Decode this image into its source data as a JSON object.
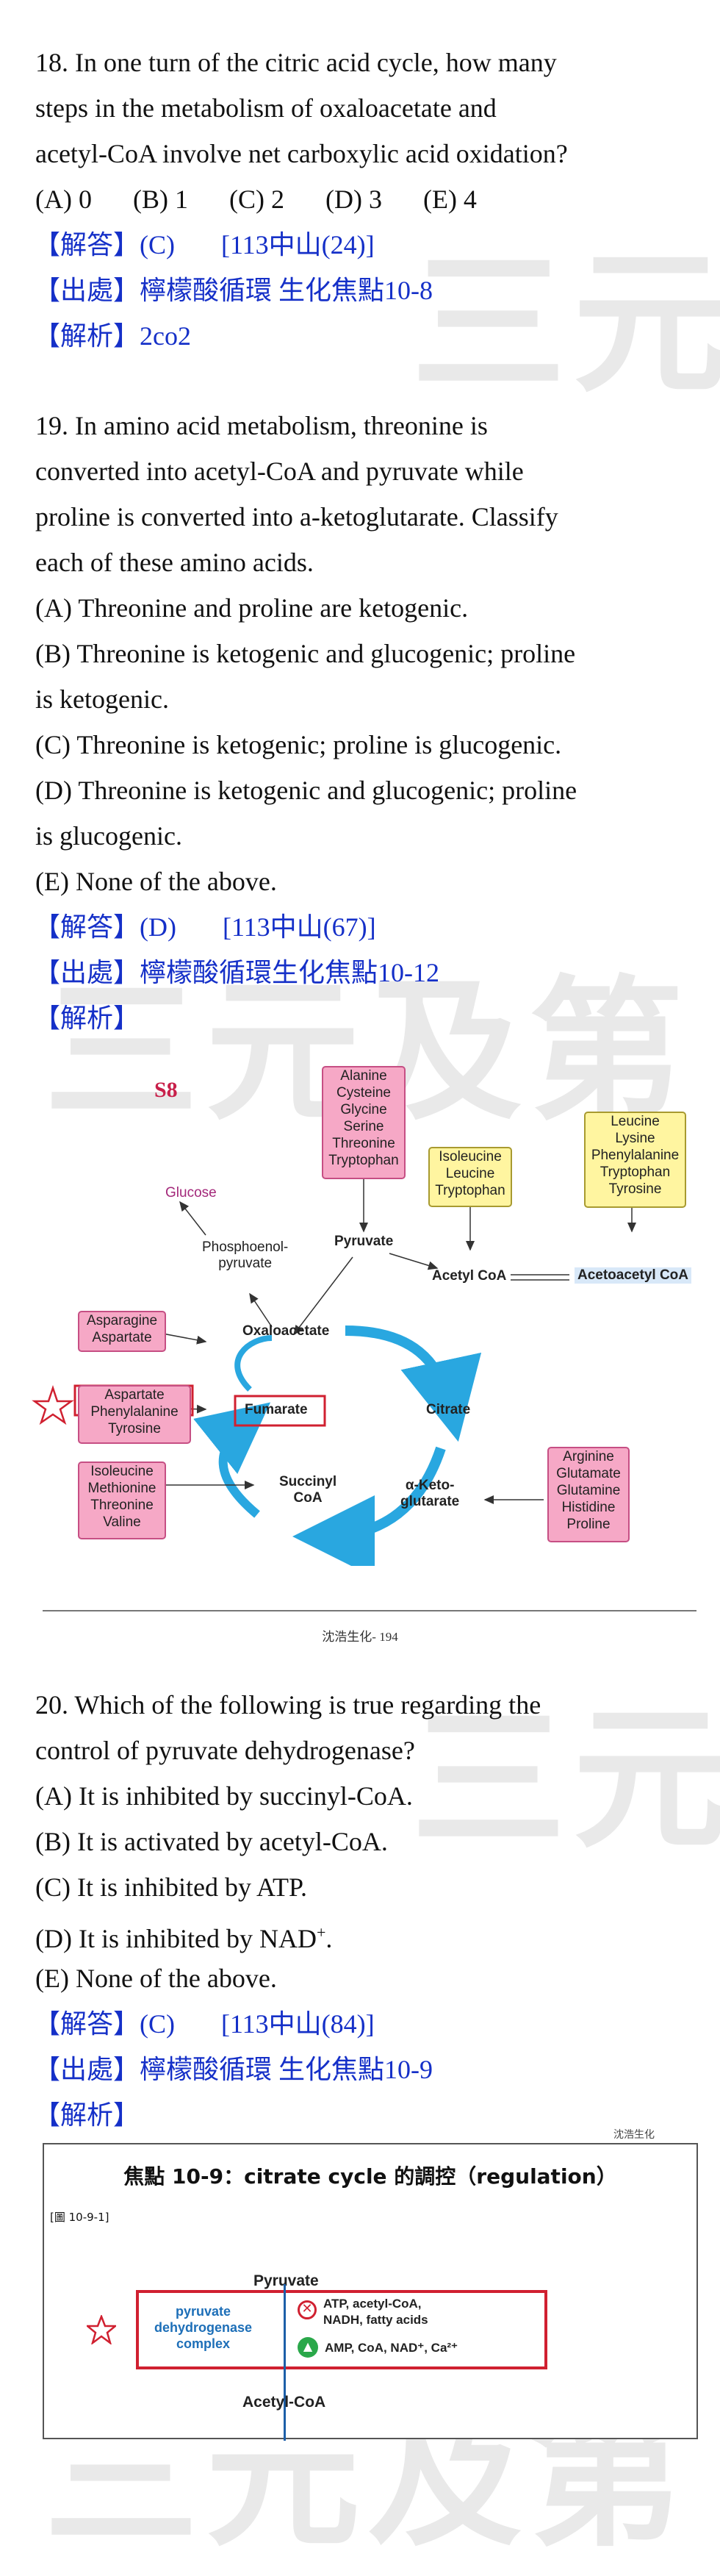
{
  "watermark": "三元及第",
  "q18": {
    "lines": [
      "18. In one turn of the citric acid cycle, how many",
      "steps in the metabolism of oxaloacetate and",
      "acetyl-CoA involve net carboxylic acid oxidation?"
    ],
    "options": [
      "(A) 0",
      "(B) 1",
      "(C) 2",
      "(D) 3",
      "(E) 4"
    ],
    "answer_tag": "【解答】",
    "answer": "(C)",
    "answer_ref": "[113中山(24)]",
    "source_tag": "【出處】",
    "source": "檸檬酸循環  生化焦點10-8",
    "analysis_tag": "【解析】",
    "analysis": "2co2"
  },
  "q19": {
    "lines": [
      "19. In amino acid metabolism, threonine is",
      "converted into acetyl-CoA and pyruvate while",
      "proline is converted into a-ketoglutarate. Classify",
      "each of these amino acids.",
      "(A) Threonine and proline are ketogenic.",
      "(B) Threonine is ketogenic and glucogenic; proline",
      "is ketogenic.",
      "(C) Threonine is ketogenic; proline is glucogenic.",
      "(D) Threonine is ketogenic and glucogenic; proline",
      "is glucogenic.",
      "(E) None of the above."
    ],
    "answer_tag": "【解答】",
    "answer": "(D)",
    "answer_ref": "[113中山(67)]",
    "source_tag": "【出處】",
    "source": "檸檬酸循環生化焦點10-12",
    "analysis_tag": "【解析】"
  },
  "figure1": {
    "label": "S8",
    "glucose": "Glucose",
    "pep": "Phosphoenol-\npyruvate",
    "pyruvate": "Pyruvate",
    "acetyl_coa": "Acetyl CoA",
    "acetoacetyl_coa": "Acetoacetyl CoA",
    "oxaloacetate": "Oxaloacetate",
    "citrate": "Citrate",
    "fumarate": "Fumarate",
    "succinyl_coa": "Succinyl\nCoA",
    "aketo": "α-Keto-\nglutarate",
    "box_pyruvate": "Alanine\nCysteine\nGlycine\nSerine\nThreonine\nTryptophan",
    "box_ile": "Isoleucine\nLeucine\nTryptophan",
    "box_leu": "Leucine\nLysine\nPhenylalanine\nTryptophan\nTyrosine",
    "box_asn": "Asparagine\nAspartate",
    "box_asp": "Aspartate\nPhenylalanine\nTyrosine",
    "box_succ": "Isoleucine\nMethionine\nThreonine\nValine",
    "box_arg": "Arginine\nGlutamate\nGlutamine\nHistidine\nProline"
  },
  "page_number": "沈浩生化- 194",
  "q20": {
    "lines": [
      "20. Which of the following is true regarding the",
      "control of pyruvate dehydrogenase?",
      "(A) It is inhibited by succinyl-CoA.",
      "(B) It is activated by acetyl-CoA.",
      "(C) It is inhibited by ATP.",
      "(D) It is inhibited by NAD",
      "(E) None of the above."
    ],
    "nad_sup": "+",
    "d_end": ".",
    "answer_tag": "【解答】",
    "answer": "(C)",
    "answer_ref": "[113中山(84)]",
    "source_tag": "【出處】",
    "source": "檸檬酸循環  生化焦點10-9",
    "analysis_tag": "【解析】"
  },
  "figure2": {
    "corner": "沈浩生化",
    "title": "焦點 10-9：citrate cycle 的調控（regulation）",
    "ref": "[圖 10-9-1]",
    "pyruvate": "Pyruvate",
    "enzyme": "pyruvate\ndehydrogenase\ncomplex",
    "inhibitors": "ATP, acetyl-CoA,\nNADH, fatty acids",
    "activators": "AMP, CoA, NAD⁺, Ca²⁺",
    "acetyl_coa": "Acetyl-CoA"
  },
  "colors": {
    "answer_blue": "#1530c8",
    "highlight_red": "#d02030",
    "pink_box": "#f6a8c6",
    "yellow_box": "#fff5a0"
  }
}
